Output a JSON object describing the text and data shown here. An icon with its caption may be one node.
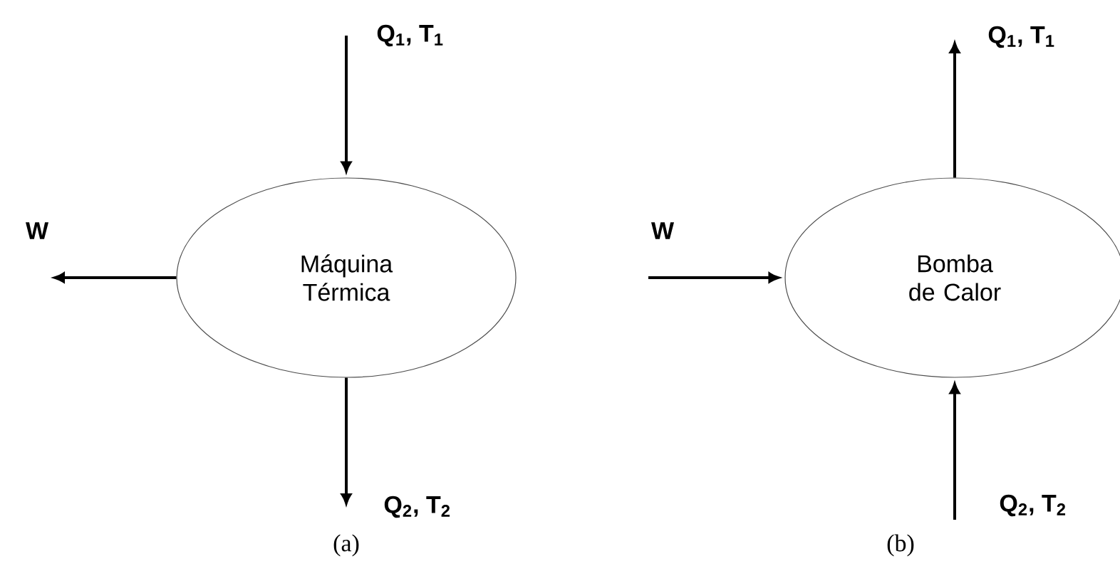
{
  "diagram": {
    "nodes": [
      {
        "text": [
          "Máquina Térmica"
        ]
      },
      {
        "text": [
          "Q$_{1}$, T$_{1}$"
        ]
      },
      {
        "text": [
          "W"
        ]
      },
      {
        "text": [
          "Q$_{2}$, T$_{2}$"
        ]
      },
      {
        "text": [
          "Bomba de Calor"
        ]
      },
      {
        "text": [
          "Q$_{1}$, T$_{1}$"
        ]
      },
      {
        "text": [
          "W"
        ]
      },
      {
        "text": [
          "Q$_{2}$, T$_{2}$"
        ]
      }
    ],
    "edges": [
      {
        "from": 1,
        "to": 0,
        "arrow": "to"
      },
      {
        "from": 0,
        "to": 2,
        "arrow": "to"
      },
      {
        "from": 0,
        "to": 3,
        "arrow": "to"
      },
      {
        "from": 4,
        "to": 5,
        "arrow": "to"
      },
      {
        "from": 6,
        "to": 4,
        "arrow": "to"
      },
      {
        "from": 7,
        "to": 4,
        "arrow": "to"
      }
    ],
    "labels": [
      "(a)",
      "(b)"
    ]
  }
}
